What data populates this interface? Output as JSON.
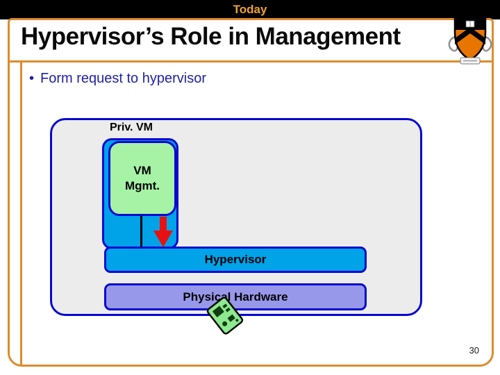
{
  "banner": {
    "label": "Today"
  },
  "header": {
    "title": "Hypervisor’s Role in Management"
  },
  "content": {
    "bullet_glyph": "•",
    "bullet_text": "Form request to hypervisor"
  },
  "diagram": {
    "priv_vm_label": "Priv. VM",
    "vm_mgmt_lines": [
      "VM",
      "Mgmt."
    ],
    "hypervisor_label": "Hypervisor",
    "hardware_label": "Physical Hardware",
    "icons": [
      "down-arrow-icon",
      "circuit-board-icon"
    ]
  },
  "footer": {
    "page_number": "30"
  },
  "logo": {
    "name": "princeton-shield-logo"
  },
  "colors": {
    "banner_bg": "#000000",
    "banner_text": "#EFA42F",
    "frame_orange": "#DD8B2D",
    "bullet_blue": "#1F1FA8",
    "diagram_border_blue": "#0808D0",
    "diagram_gray_fill": "#ECECEC",
    "cyan_fill": "#00A2E8",
    "green_fill": "#A6F3A6",
    "purple_fill": "#9898EB",
    "arrow_red": "#E81111",
    "shield_orange": "#E77500"
  }
}
